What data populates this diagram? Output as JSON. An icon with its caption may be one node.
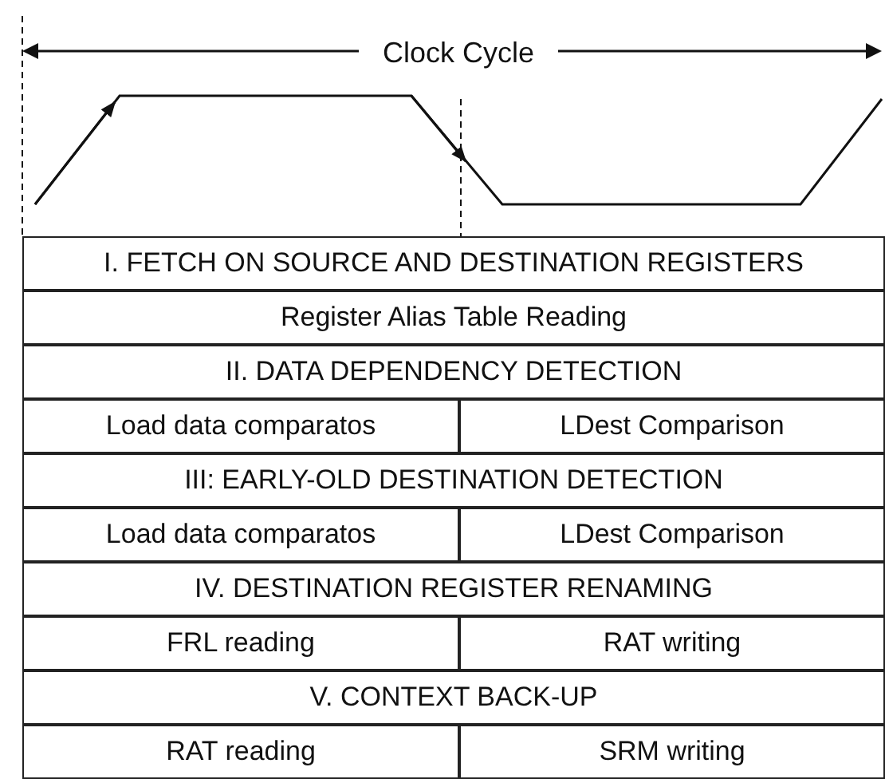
{
  "diagram": {
    "labels": [
      "Clock Cycle",
      "I. FETCH ON SOURCE AND DESTINATION REGISTERS",
      "Register Alias Table Reading",
      "II. DATA DEPENDENCY DETECTION",
      "Load data comparatos",
      "LDest Comparison",
      "III: EARLY-OLD DESTINATION DETECTION",
      "Load data comparatos",
      "LDest Comparison",
      "IV. DESTINATION REGISTER RENAMING",
      "FRL reading",
      "RAT writing",
      "V. CONTEXT BACK-UP",
      "RAT reading",
      "SRM writing"
    ]
  }
}
